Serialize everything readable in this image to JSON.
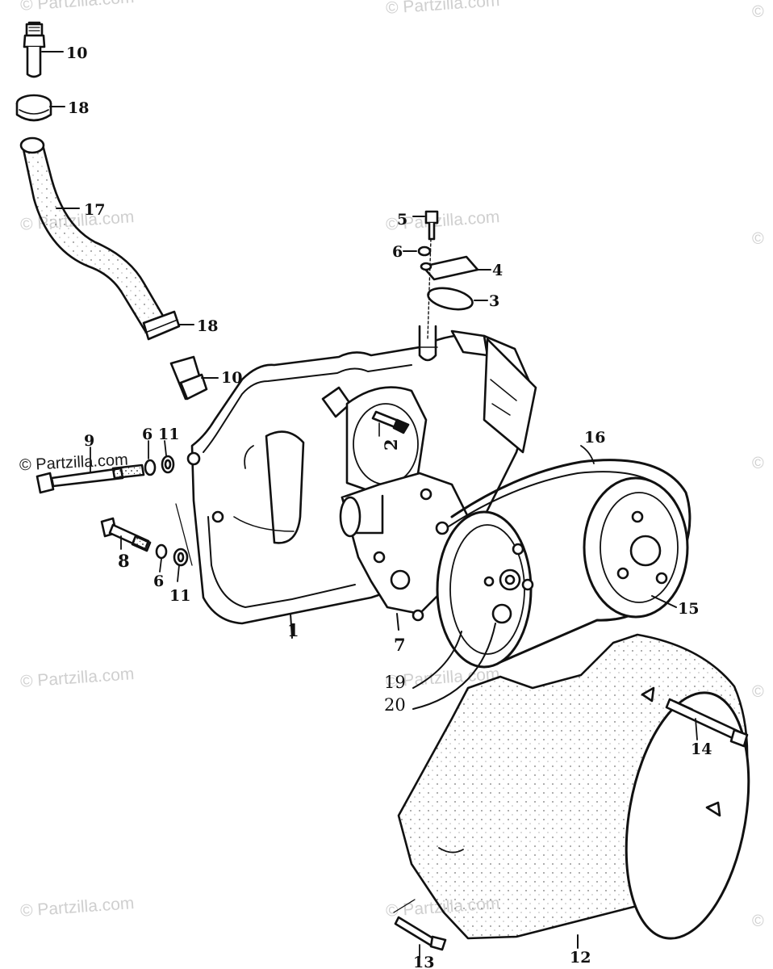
{
  "watermark": {
    "text": "© Partzilla.com",
    "corner_mark": "©"
  },
  "callouts": {
    "c1": "1",
    "c2": "2",
    "c3": "3",
    "c4": "4",
    "c5": "5",
    "c6a": "6",
    "c6b": "6",
    "c6c": "6",
    "c7": "7",
    "c8": "8",
    "c9": "9",
    "c10a": "10",
    "c10b": "10",
    "c11a": "11",
    "c11b": "11",
    "c12": "12",
    "c13": "13",
    "c14": "14",
    "c15": "15",
    "c16": "16",
    "c17": "17",
    "c18a": "18",
    "c18b": "18",
    "c19": "19",
    "c20": "20"
  }
}
